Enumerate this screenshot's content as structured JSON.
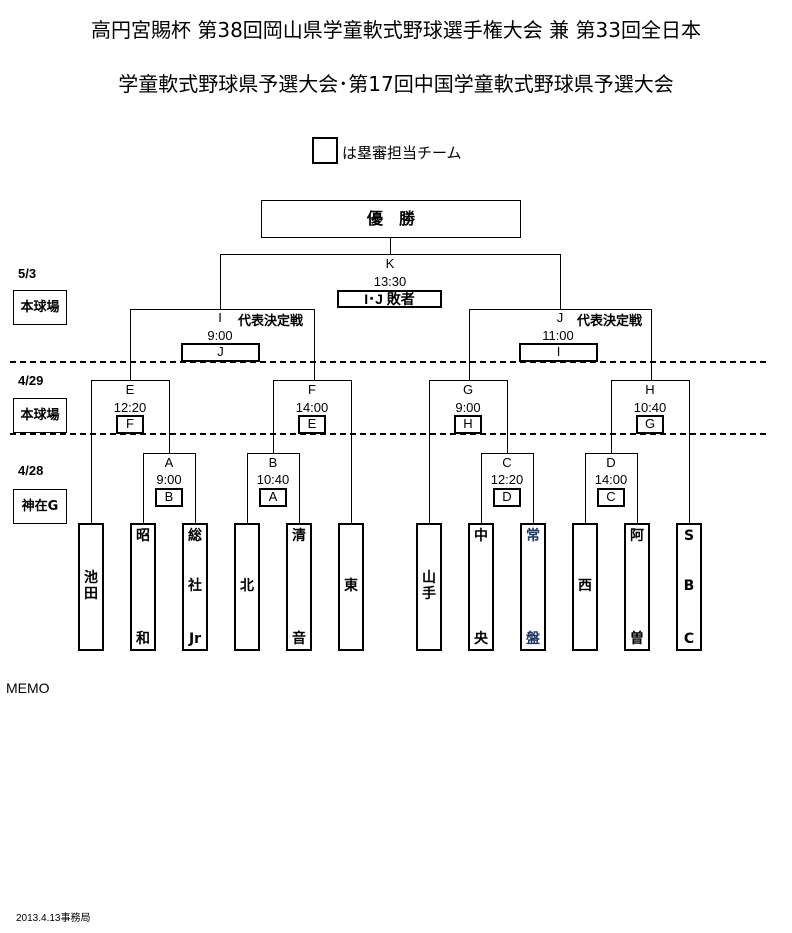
{
  "header": {
    "title_line1": "高円宮賜杯 第38回岡山県学童軟式野球選手権大会 兼 第33回全日本",
    "title_line2": "学童軟式野球県予選大会･第17回中国学童軟式野球県予選大会"
  },
  "legend": {
    "text": "は塁審担当チーム"
  },
  "final": {
    "label": "優　勝"
  },
  "rounds": [
    {
      "date": "5/3",
      "venue": "本球場"
    },
    {
      "date": "4/29",
      "venue": "本球場"
    },
    {
      "date": "4/28",
      "venue": "神在G"
    }
  ],
  "games": {
    "K": {
      "id": "K",
      "time": "13:30",
      "umpire": "I･J 敗者"
    },
    "I": {
      "id": "I",
      "title": "代表決定戦",
      "time": "9:00",
      "umpire": "J"
    },
    "J": {
      "id": "J",
      "title": "代表決定戦",
      "time": "11:00",
      "umpire": "I"
    },
    "E": {
      "id": "E",
      "time": "12:20",
      "umpire": "F"
    },
    "F": {
      "id": "F",
      "time": "14:00",
      "umpire": "E"
    },
    "G": {
      "id": "G",
      "time": "9:00",
      "umpire": "H"
    },
    "H": {
      "id": "H",
      "time": "10:40",
      "umpire": "G"
    },
    "A": {
      "id": "A",
      "time": "9:00",
      "umpire": "B"
    },
    "B": {
      "id": "B",
      "time": "10:40",
      "umpire": "A"
    },
    "C": {
      "id": "C",
      "time": "12:20",
      "umpire": "D"
    },
    "D": {
      "id": "D",
      "time": "14:00",
      "umpire": "C"
    }
  },
  "teams": [
    {
      "top": "",
      "mid": "池\n田",
      "bottom": ""
    },
    {
      "top": "昭",
      "mid": "",
      "bottom": "和"
    },
    {
      "top": "総",
      "mid": "社",
      "bottom": "Jr"
    },
    {
      "top": "",
      "mid": "北",
      "bottom": ""
    },
    {
      "top": "清",
      "mid": "",
      "bottom": "音"
    },
    {
      "top": "",
      "mid": "東",
      "bottom": ""
    },
    {
      "top": "",
      "mid": "山\n手",
      "bottom": ""
    },
    {
      "top": "中",
      "mid": "",
      "bottom": "央"
    },
    {
      "top": "常",
      "mid": "",
      "bottom": "盤",
      "color": "#1f3864"
    },
    {
      "top": "",
      "mid": "西",
      "bottom": ""
    },
    {
      "top": "阿",
      "mid": "",
      "bottom": "曽"
    },
    {
      "top": "S",
      "mid": "B",
      "bottom": "C"
    }
  ],
  "memo": {
    "label": "MEMO"
  },
  "footer": {
    "text": "2013.4.13事務局"
  }
}
